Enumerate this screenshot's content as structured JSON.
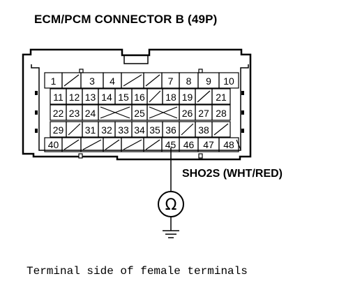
{
  "title": "ECM/PCM CONNECTOR B (49P)",
  "wire_label": "SHO2S (WHT/RED)",
  "meter_symbol": "Ω",
  "caption": "Terminal side of female terminals",
  "pins": {
    "row1": [
      "1",
      "",
      "3",
      "4",
      "",
      "",
      "7",
      "8",
      "9",
      "10"
    ],
    "row2": [
      "11",
      "12",
      "13",
      "14",
      "15",
      "16",
      "",
      "18",
      "19",
      "",
      "21"
    ],
    "row3": [
      "22",
      "23",
      "24",
      "",
      "",
      "25",
      "",
      "",
      "26",
      "27",
      "28"
    ],
    "row4": [
      "29",
      "",
      "31",
      "32",
      "33",
      "34",
      "35",
      "36",
      "",
      "38",
      ""
    ],
    "row5": [
      "40",
      "",
      "",
      "",
      "",
      "",
      "45",
      "46",
      "47",
      "48",
      ""
    ]
  },
  "colors": {
    "line": "#000000",
    "background": "#ffffff"
  }
}
